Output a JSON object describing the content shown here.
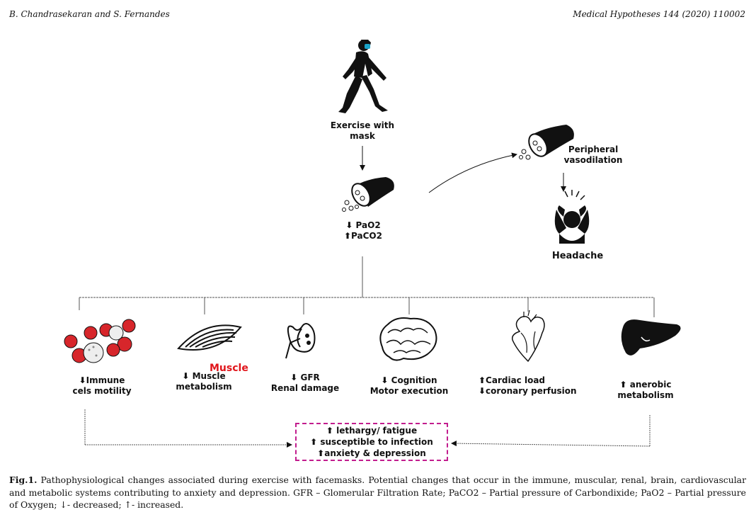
{
  "header": {
    "authors": "B. Chandrasekaran and S. Fernandes",
    "journal": "Medical Hypotheses 144 (2020) 110002"
  },
  "figure": {
    "exercise_label_line1": "Exercise with",
    "exercise_label_line2": "mask",
    "pao2": "⬇ PaO2",
    "paco2": "⬆PaCO2",
    "peripheral_line1": "Peripheral",
    "peripheral_line2": "vasodilation",
    "headache": "Headache",
    "systems": [
      {
        "line1": "⬇Immune",
        "line2": "cels motility",
        "icon": "blood-cells-icon"
      },
      {
        "line1": "⬇ Muscle",
        "line2": "metabolism",
        "overlay": "Muscle",
        "icon": "muscle-icon"
      },
      {
        "line1": "⬇ GFR",
        "line2": "Renal damage",
        "icon": "kidney-icon"
      },
      {
        "line1": "⬇ Cognition",
        "line2": "Motor execution",
        "icon": "brain-icon"
      },
      {
        "line1": "⬆Cardiac load",
        "line2": "⬇coronary perfusion",
        "icon": "heart-icon"
      },
      {
        "line1": "⬆ anerobic",
        "line2": "metabolism",
        "icon": "liver-icon"
      }
    ],
    "outcomes": [
      "⬆ lethargy/ fatigue",
      "⬆ susceptible to infection",
      "⬆anxiety & depression"
    ],
    "colors": {
      "outcome_border": "#c21d8e",
      "muscle_overlay": "#e0151b",
      "blood_cell": "#d7262b",
      "mask": "#1aa3c8"
    }
  },
  "caption": {
    "label": "Fig.1.",
    "text": " Pathophysiological changes associated during exercise with facemasks. Potential changes that occur in the immune, muscular, renal, brain, cardiovascular and metabolic systems contributing to anxiety and depression. GFR – Glomerular Filtration Rate; PaCO2 – Partial pressure of Carbondixide; PaO2 – Partial pressure of Oxygen; ↓- decreased; ↑- increased."
  }
}
